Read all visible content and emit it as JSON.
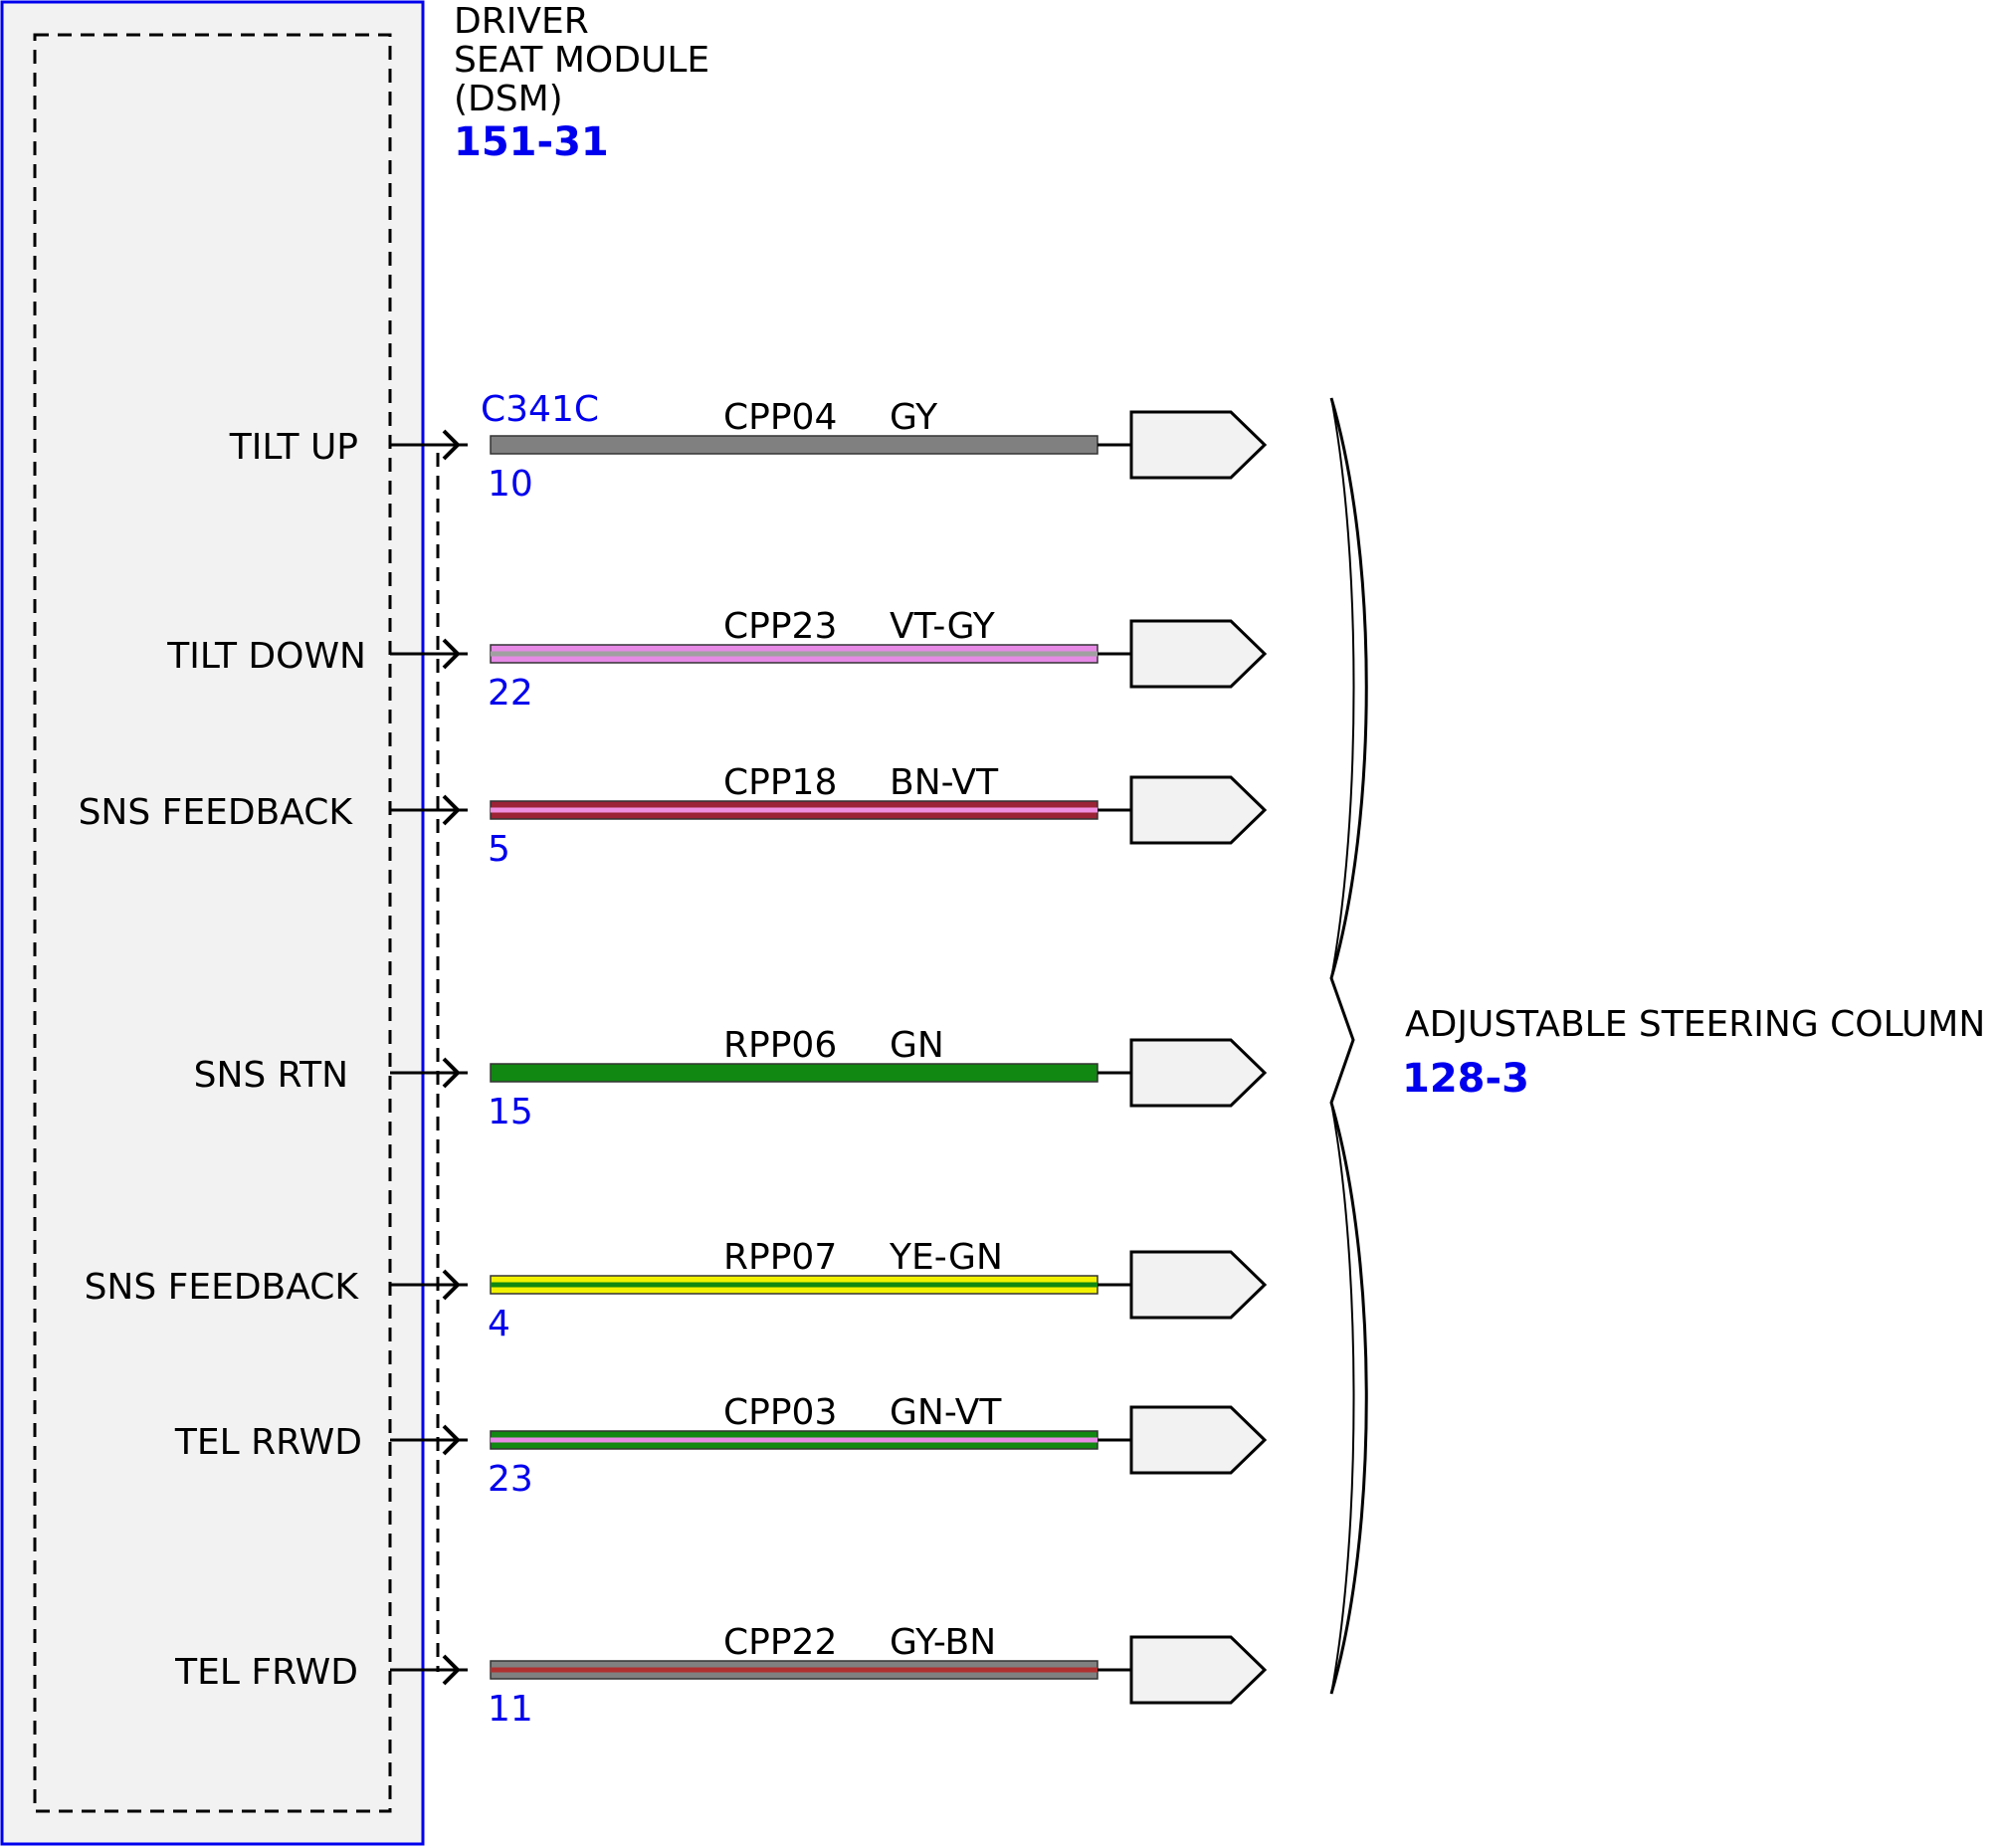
{
  "module": {
    "name_lines": [
      "DRIVER",
      "SEAT MODULE",
      "(DSM)"
    ],
    "ref": "151-31"
  },
  "connector": {
    "name": "C341C"
  },
  "target": {
    "name": "ADJUSTABLE STEERING COLUMN",
    "ref": "128-3"
  },
  "wires": [
    {
      "signal": "TILT UP",
      "pin": "10",
      "circuit": "CPP04",
      "color_code": "GY",
      "base_color": "#808080",
      "stripe_color": null
    },
    {
      "signal": "TILT DOWN",
      "pin": "22",
      "circuit": "CPP23",
      "color_code": "VT-GY",
      "base_color": "#e68ae6",
      "stripe_color": "#a0a0a0"
    },
    {
      "signal": "SNS FEEDBACK",
      "pin": "5",
      "circuit": "CPP18",
      "color_code": "BN-VT",
      "base_color": "#9b2335",
      "stripe_color": "#f090e0"
    },
    {
      "signal": "SNS RTN",
      "pin": "15",
      "circuit": "RPP06",
      "color_code": "GN",
      "base_color": "#118811",
      "stripe_color": null
    },
    {
      "signal": "SNS FEEDBACK",
      "pin": "4",
      "circuit": "RPP07",
      "color_code": "YE-GN",
      "base_color": "#f2f200",
      "stripe_color": "#118811"
    },
    {
      "signal": "TEL RRWD",
      "pin": "23",
      "circuit": "CPP03",
      "color_code": "GN-VT",
      "base_color": "#118811",
      "stripe_color": "#e68ae6"
    },
    {
      "signal": "TEL FRWD",
      "pin": "11",
      "circuit": "CPP22",
      "color_code": "GY-BN",
      "base_color": "#808080",
      "stripe_color": "#b03030"
    }
  ]
}
